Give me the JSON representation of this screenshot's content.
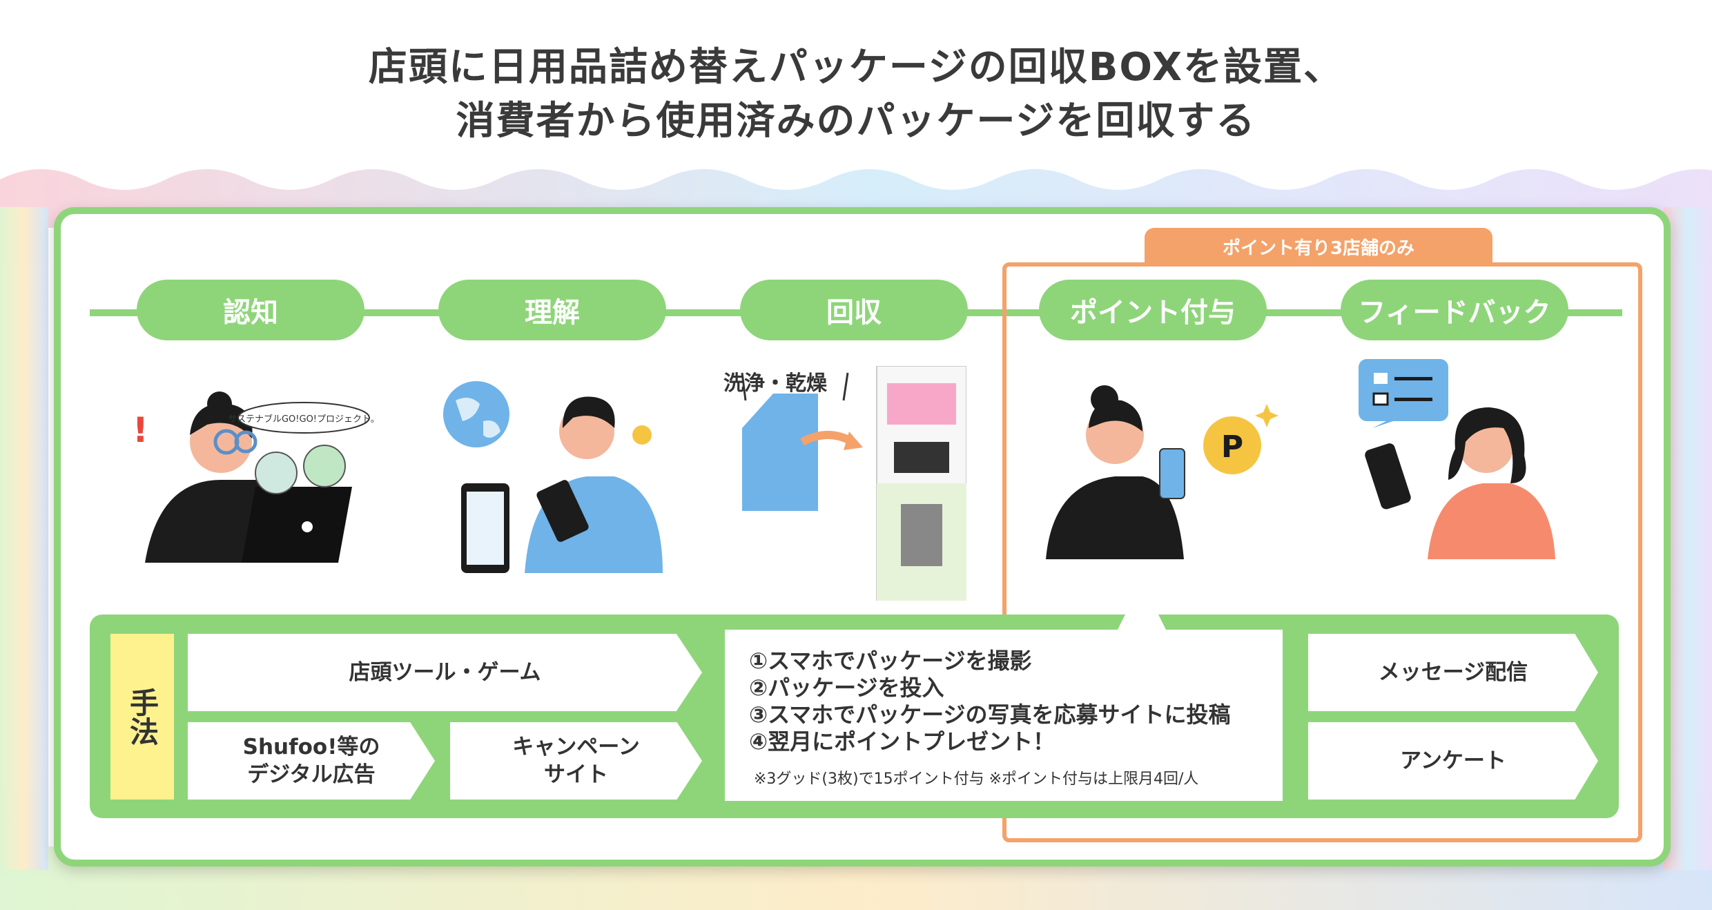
{
  "title_lines": [
    "店頭に日用品詰め替えパッケージの回収BOXを設置、",
    "消費者から使用済みのパッケージを回収する"
  ],
  "stages": [
    "認知",
    "理解",
    "回収",
    "ポイント付与",
    "フィードバック"
  ],
  "point_tag": "ポイント有り3店舗のみ",
  "illustrations": {
    "speech_bubble_text": "サステナブルGO!GO!プロジェクト。",
    "wash_label": "洗浄・乾燥",
    "coin_label": "P"
  },
  "method": {
    "label": "手法",
    "store_tools": "店頭ツール・ゲーム",
    "shufoo": [
      "Shufoo!等の",
      "デジタル広告"
    ],
    "campaign": [
      "キャンペーン",
      "サイト"
    ],
    "steps": [
      "①スマホでパッケージを撮影",
      "②パッケージを投入",
      "③スマホでパッケージの写真を応募サイトに投稿",
      "④翌月にポイントプレゼント！"
    ],
    "note": "※3グッド(3枚)で15ポイント付与 ※ポイント付与は上限月4回/人",
    "message": "メッセージ配信",
    "survey": "アンケート"
  },
  "colors": {
    "green": "#8ed57a",
    "orange": "#f4a26a",
    "yellow": "#fdf28e",
    "blue": "#6fb3e8"
  }
}
